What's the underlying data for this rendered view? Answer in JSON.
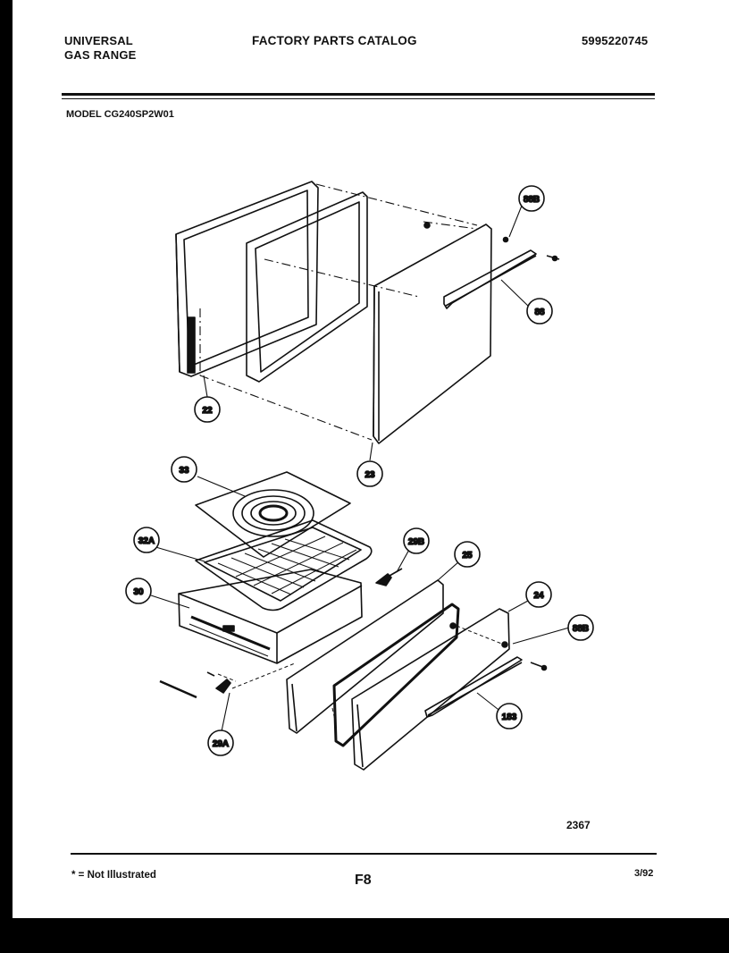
{
  "header": {
    "brand_line1": "UNIVERSAL",
    "brand_line2": "GAS RANGE",
    "catalog_title": "FACTORY PARTS CATALOG",
    "part_number": "5995220745"
  },
  "model_label": "MODEL CG240SP2W01",
  "callouts": {
    "c22": "22",
    "c23": "23",
    "c33": "33",
    "c32a": "32A",
    "c30": "30",
    "c29b": "29B",
    "c25": "25",
    "c24": "24",
    "c88b_top": "88B",
    "c88": "88",
    "c88b_bottom": "88B",
    "c183": "183",
    "c29a": "29A"
  },
  "figure_number": "2367",
  "footer": {
    "footnote": "* = Not Illustrated",
    "page": "F8",
    "date": "3/92"
  }
}
